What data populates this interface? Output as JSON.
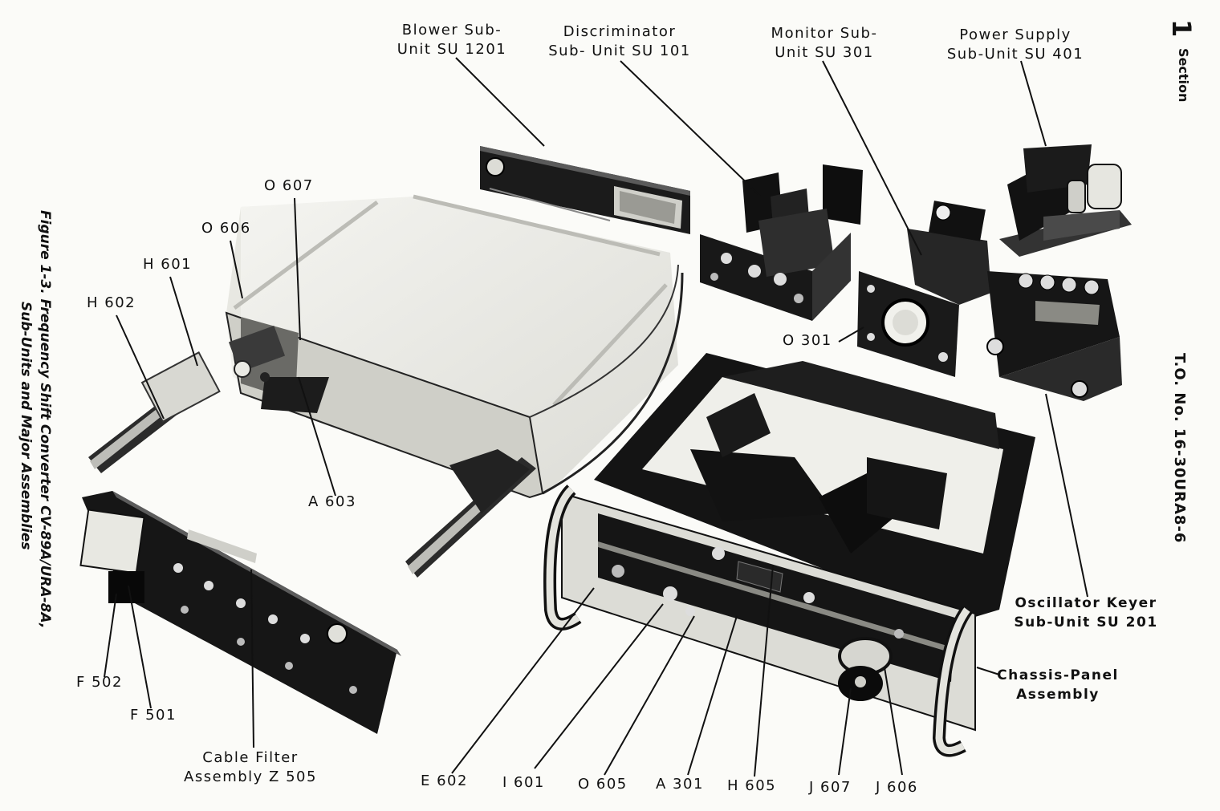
{
  "figure": {
    "caption_line1": "Figure 1-3.  Frequency Shift Converter CV-89A/URA-8A,",
    "caption_line2": "Sub-Units and Major Assemblies"
  },
  "header": {
    "section_number": "1",
    "section_word": "Section",
    "to_number": "T.O. No. 16-30URA8-6"
  },
  "callouts": {
    "blower_1": "Blower Sub-",
    "blower_2": "Unit SU 1201",
    "discriminator_1": "Discriminator",
    "discriminator_2": "Sub- Unit SU 101",
    "monitor_1": "Monitor Sub-",
    "monitor_2": "Unit SU 301",
    "power_1": "Power  Supply",
    "power_2": "Sub-Unit SU 401",
    "o607": "O 607",
    "o606": "O 606",
    "h601": "H 601",
    "h602": "H 602",
    "o301": "O 301",
    "a603": "A 603",
    "osc_1": "Oscillator Keyer",
    "osc_2": "Sub-Unit SU 201",
    "chassis_1": "Chassis-Panel",
    "chassis_2": "Assembly",
    "f502": "F 502",
    "f501": "F 501",
    "cable_1": "Cable Filter",
    "cable_2": "Assembly Z 505",
    "e602": "E 602",
    "i601": "I 601",
    "o605": "O 605",
    "a301": "A 301",
    "h605": "H 605",
    "j607": "J 607",
    "j606": "J 606"
  }
}
